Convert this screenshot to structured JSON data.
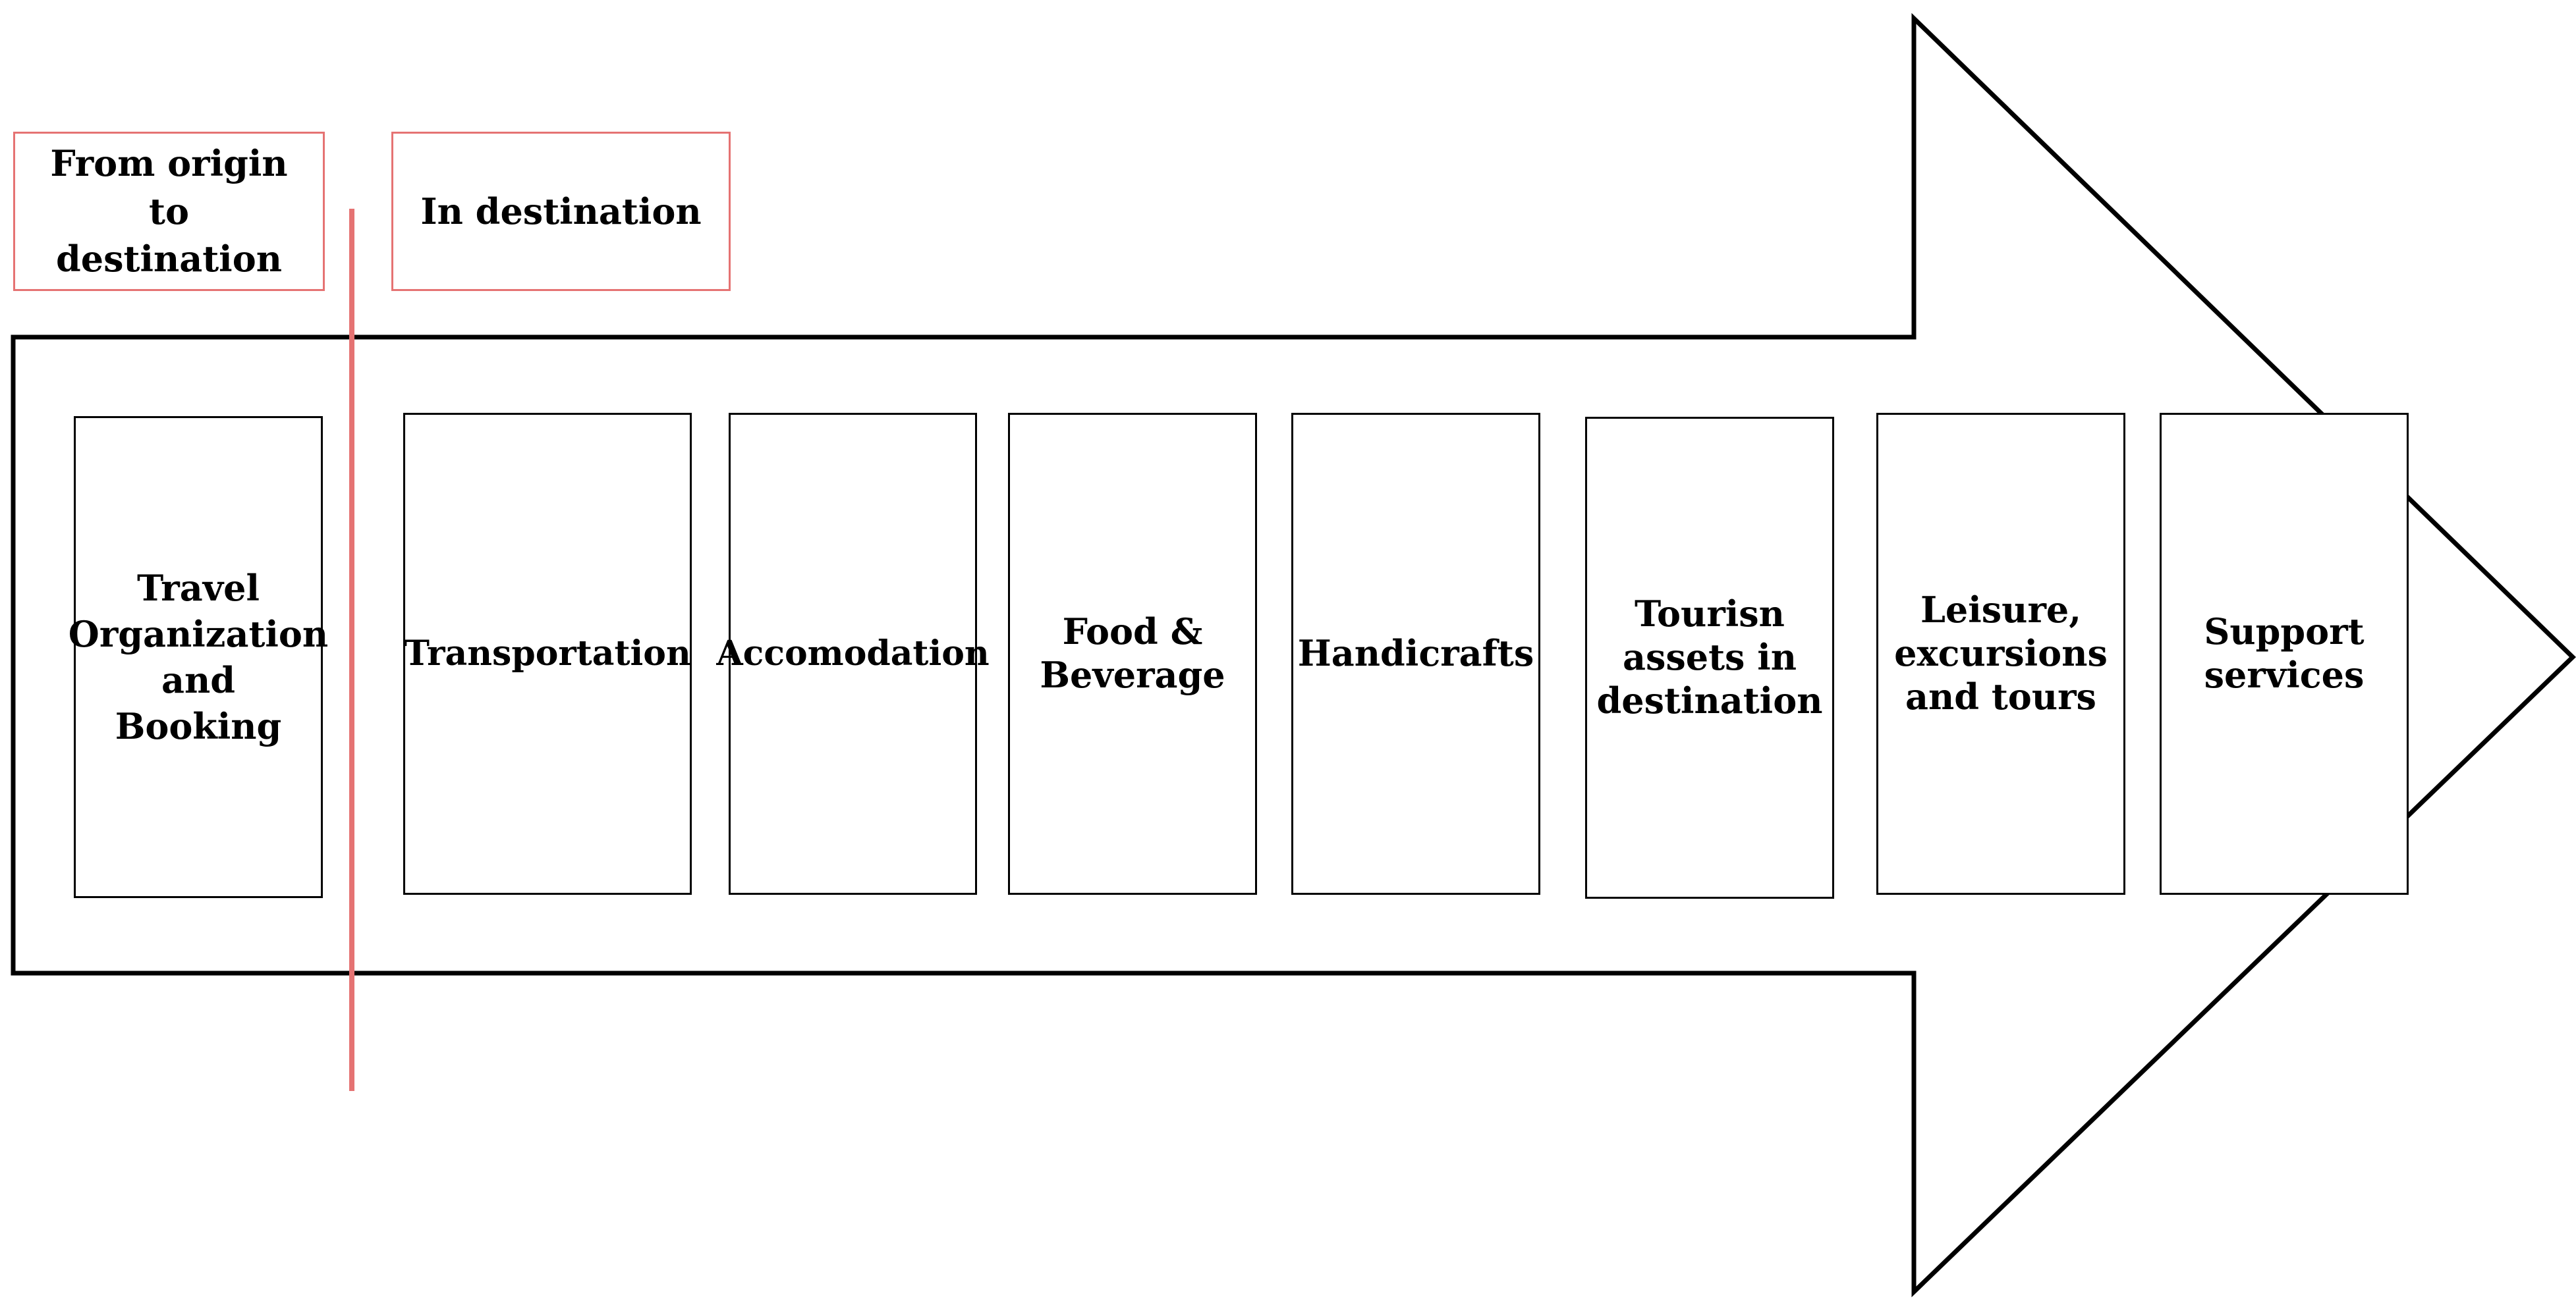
{
  "colors": {
    "arrow_stroke": "#000000",
    "box_border": "#000000",
    "phase_border": "#e57373",
    "divider": "#e57373",
    "background": "#ffffff"
  },
  "phases": {
    "origin_label": "From origin\nto\ndestination",
    "destination_label": "In destination"
  },
  "stages": [
    {
      "label": "Travel\nOrganization\nand\nBooking"
    },
    {
      "label": "Transportation"
    },
    {
      "label": "Accomodation"
    },
    {
      "label": "Food &\nBeverage"
    },
    {
      "label": "Handicrafts"
    },
    {
      "label": "Tourisn\nassets in\ndestination"
    },
    {
      "label": "Leisure,\nexcursions\nand tours"
    },
    {
      "label": "Support\nservices"
    }
  ]
}
